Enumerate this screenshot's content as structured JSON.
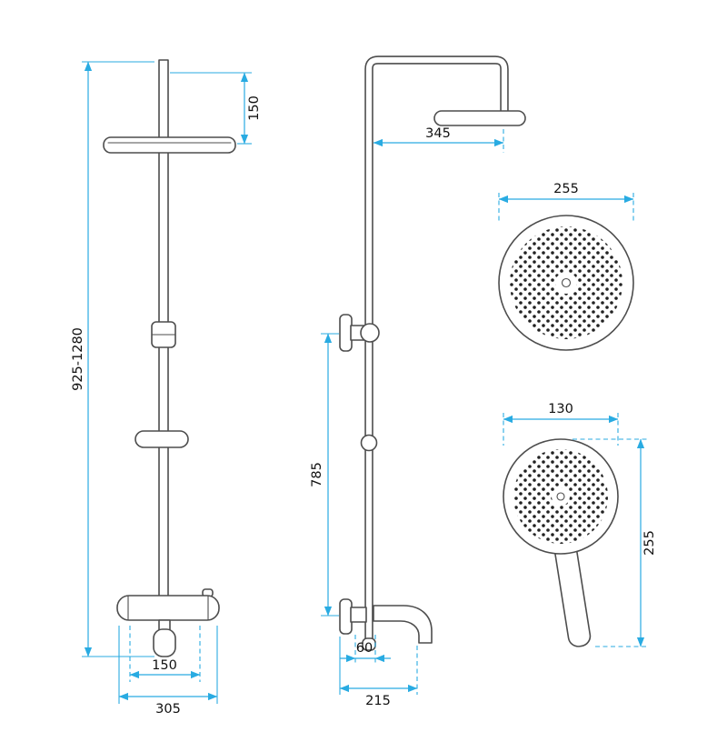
{
  "colors": {
    "dimension_line": "#29abe2",
    "drawing_line": "#4d4d4d",
    "dot_fill": "#222222",
    "background": "#ffffff"
  },
  "front_view": {
    "dim_head_drop": "150",
    "dim_total_height": "925-1280",
    "dim_outlet_spacing": "150",
    "dim_mixer_width": "305"
  },
  "side_view": {
    "dim_head_reach": "345",
    "dim_mount_spacing": "785",
    "dim_wall_offset": "60",
    "dim_spout_reach": "215"
  },
  "overhead_shower_view": {
    "dim_diameter": "255"
  },
  "hand_shower_view": {
    "dim_head_width": "130",
    "dim_total_length": "255"
  }
}
